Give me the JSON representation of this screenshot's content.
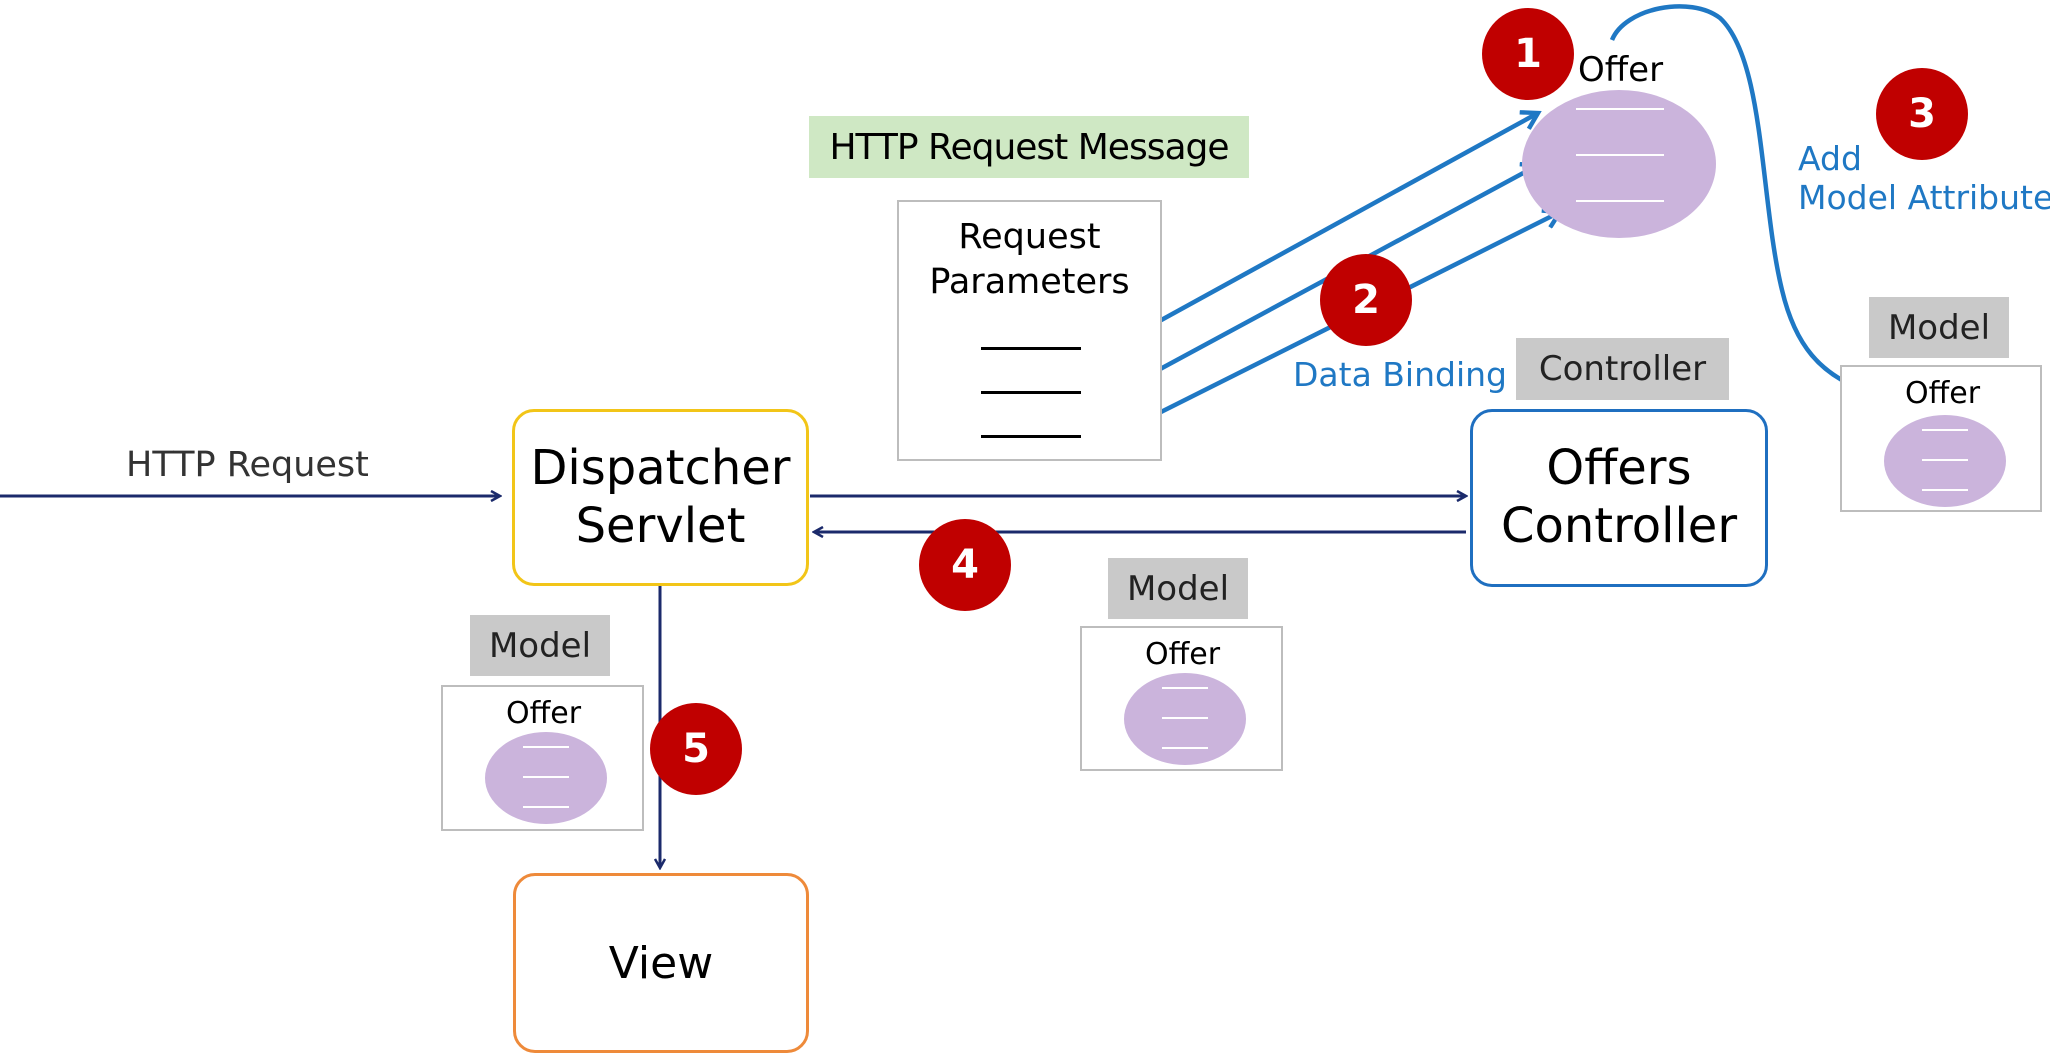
{
  "http_request_label": "HTTP Request",
  "dispatcher": {
    "line1": "Dispatcher",
    "line2": "Servlet"
  },
  "offers_controller": {
    "line1": "Offers",
    "line2": "Controller"
  },
  "controller_tag": "Controller",
  "view_label": "View",
  "http_message_tag": "HTTP Request Message",
  "request_params": {
    "line1": "Request",
    "line2": "Parameters"
  },
  "data_binding_label": "Data Binding",
  "add_model_attr": {
    "line1": "Add",
    "line2": "Model Attribute"
  },
  "model_label": "Model",
  "offer_label": "Offer",
  "badges": {
    "b1": "1",
    "b2": "2",
    "b3": "3",
    "b4": "4",
    "b5": "5"
  },
  "colors": {
    "navy_arrow": "#1b2a6b",
    "blue_arrow": "#1f78c4",
    "dispatcher_border": "#f2c518",
    "controller_border": "#1f6fc0",
    "view_border": "#ee8a3a",
    "badge_red": "#c00000",
    "offer_ellipse": "#cbb4dc",
    "message_tag_bg": "#cfe8c4",
    "gray_tag_bg": "#c9c9c9"
  }
}
